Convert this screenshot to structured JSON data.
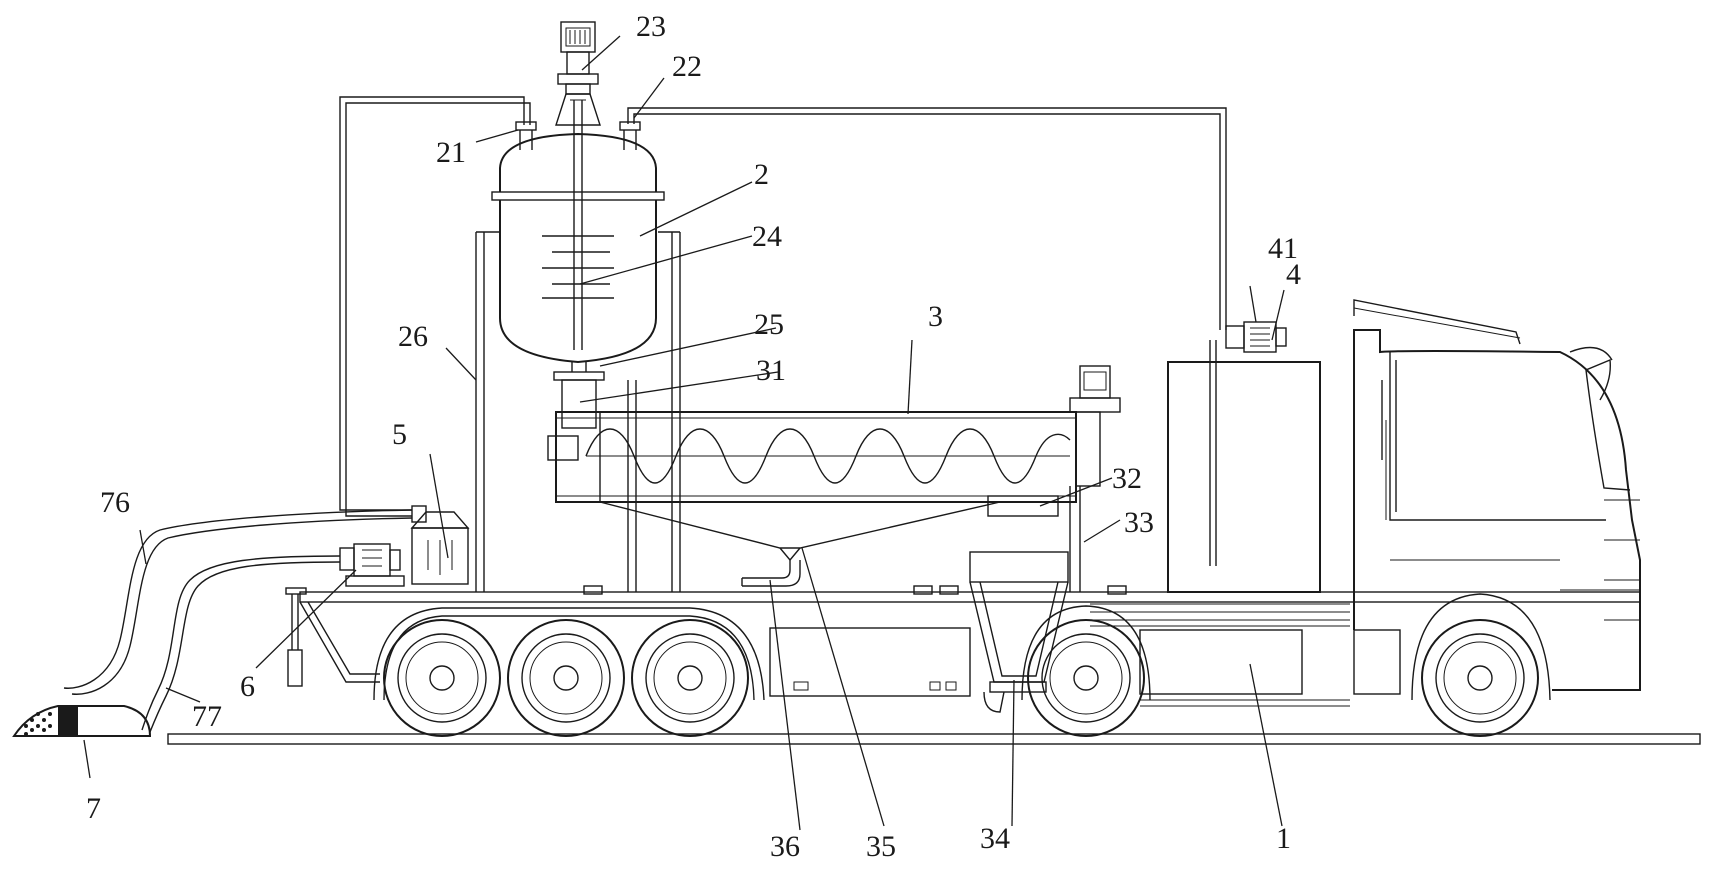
{
  "labels": {
    "l1": "1",
    "l2": "2",
    "l3": "3",
    "l4": "4",
    "l5": "5",
    "l6": "6",
    "l7": "7",
    "l21": "21",
    "l22": "22",
    "l23": "23",
    "l24": "24",
    "l25": "25",
    "l26": "26",
    "l31": "31",
    "l32": "32",
    "l33": "33",
    "l34": "34",
    "l35": "35",
    "l36": "36",
    "l41": "41",
    "l76": "76",
    "l77": "77"
  }
}
